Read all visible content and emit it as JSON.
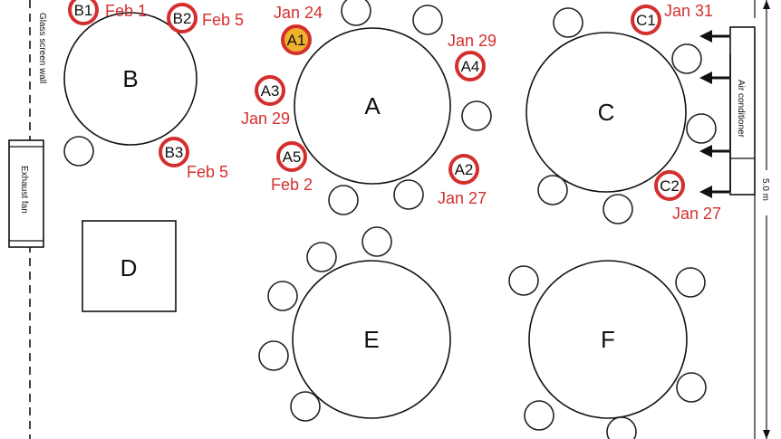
{
  "walls": {
    "left_label": "Glass screen wall",
    "exhaust_label": "Exhaust fan",
    "ac_label": "Air conditioner",
    "scale_label": "5.0 m"
  },
  "tables": [
    {
      "id": "B",
      "label": "B"
    },
    {
      "id": "A",
      "label": "A"
    },
    {
      "id": "C",
      "label": "C"
    },
    {
      "id": "D",
      "label": "D"
    },
    {
      "id": "E",
      "label": "E"
    },
    {
      "id": "F",
      "label": "F"
    }
  ],
  "cases": [
    {
      "id": "B1",
      "label": "B1",
      "date": "Feb 1",
      "index_case": false
    },
    {
      "id": "B2",
      "label": "B2",
      "date": "Feb 5",
      "index_case": false
    },
    {
      "id": "B3",
      "label": "B3",
      "date": "Feb 5",
      "index_case": false
    },
    {
      "id": "A1",
      "label": "A1",
      "date": "Jan 24",
      "index_case": true
    },
    {
      "id": "A2",
      "label": "A2",
      "date": "Jan 27",
      "index_case": false
    },
    {
      "id": "A3",
      "label": "A3",
      "date": "Jan 29",
      "index_case": false
    },
    {
      "id": "A4",
      "label": "A4",
      "date": "Jan 29",
      "index_case": false
    },
    {
      "id": "A5",
      "label": "A5",
      "date": "Feb 2",
      "index_case": false
    },
    {
      "id": "C1",
      "label": "C1",
      "date": "Jan 31",
      "index_case": false
    },
    {
      "id": "C2",
      "label": "C2",
      "date": "Jan 27",
      "index_case": false
    }
  ],
  "colors": {
    "case_outline": "#d42f2f",
    "index_case_fill": "#f0b12d",
    "date_text": "#d42f2f"
  }
}
